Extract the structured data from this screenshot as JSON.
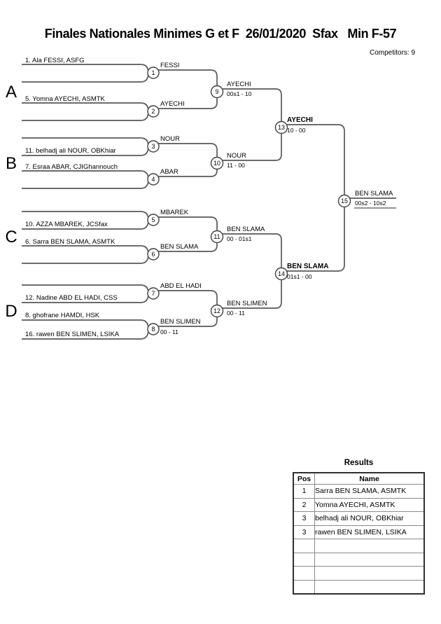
{
  "header": {
    "title": "Finales Nationales Minimes G et F  26/01/2020  Sfax   Min F-57",
    "competitors": "Competitors: 9"
  },
  "colors": {
    "background": "#ffffff",
    "text": "#000000",
    "bracket_line": "#5f5f5f"
  },
  "sections": {
    "a": "A",
    "b": "B",
    "c": "C",
    "d": "D"
  },
  "entries": {
    "e1": "1. Ala FESSI, ASFG",
    "e5": "5. Yomna AYECHI, ASMTK",
    "e11": "11. belhadj ali NOUR, OBKhiar",
    "e7": "7. Esraa ABAR, CJIGhannouch",
    "e10": "10. AZZA MBAREK, JCSfax",
    "e6": "6. Sarra BEN SLAMA, ASMTK",
    "e12": "12. Nadine ABD EL HADI, CSS",
    "e8": "8. ghofrane HAMDI, HSK",
    "e16": "16. rawen BEN SLIMEN, LSIKA"
  },
  "matches": {
    "m1": {
      "no": "1",
      "winner": "FESSI"
    },
    "m2": {
      "no": "2",
      "winner": "AYECHI"
    },
    "m3": {
      "no": "3",
      "winner": "NOUR"
    },
    "m4": {
      "no": "4",
      "winner": "ABAR"
    },
    "m5": {
      "no": "5",
      "winner": "MBAREK"
    },
    "m6": {
      "no": "6",
      "winner": "BEN SLAMA"
    },
    "m7": {
      "no": "7",
      "winner": "ABD EL HADI"
    },
    "m8": {
      "no": "8",
      "winner": "BEN SLIMEN",
      "score": "00 - 11"
    },
    "m9": {
      "no": "9",
      "winner": "AYECHI",
      "score": "00s1 - 10"
    },
    "m10": {
      "no": "10",
      "winner": "NOUR",
      "score": "11 - 00"
    },
    "m11": {
      "no": "11",
      "winner": "BEN SLAMA",
      "score": "00 - 01s1"
    },
    "m12": {
      "no": "12",
      "winner": "BEN SLIMEN",
      "score": "00 - 11"
    },
    "m13": {
      "no": "13",
      "winner": "AYECHI",
      "score": "10 - 00"
    },
    "m14": {
      "no": "14",
      "winner": "BEN SLAMA",
      "score": "01s1 - 00"
    },
    "m15": {
      "no": "15",
      "winner": "BEN SLAMA",
      "score": "00s2 - 10s2"
    }
  },
  "results": {
    "title": "Results",
    "columns": {
      "pos": "Pos",
      "name": "Name"
    },
    "rows": [
      {
        "pos": "1",
        "name": "Sarra BEN SLAMA, ASMTK"
      },
      {
        "pos": "2",
        "name": "Yomna AYECHI, ASMTK"
      },
      {
        "pos": "3",
        "name": "belhadj ali NOUR, OBKhiar"
      },
      {
        "pos": "3",
        "name": "rawen BEN SLIMEN, LSIKA"
      },
      {
        "pos": "",
        "name": ""
      },
      {
        "pos": "",
        "name": ""
      },
      {
        "pos": "",
        "name": ""
      },
      {
        "pos": "",
        "name": ""
      }
    ]
  }
}
